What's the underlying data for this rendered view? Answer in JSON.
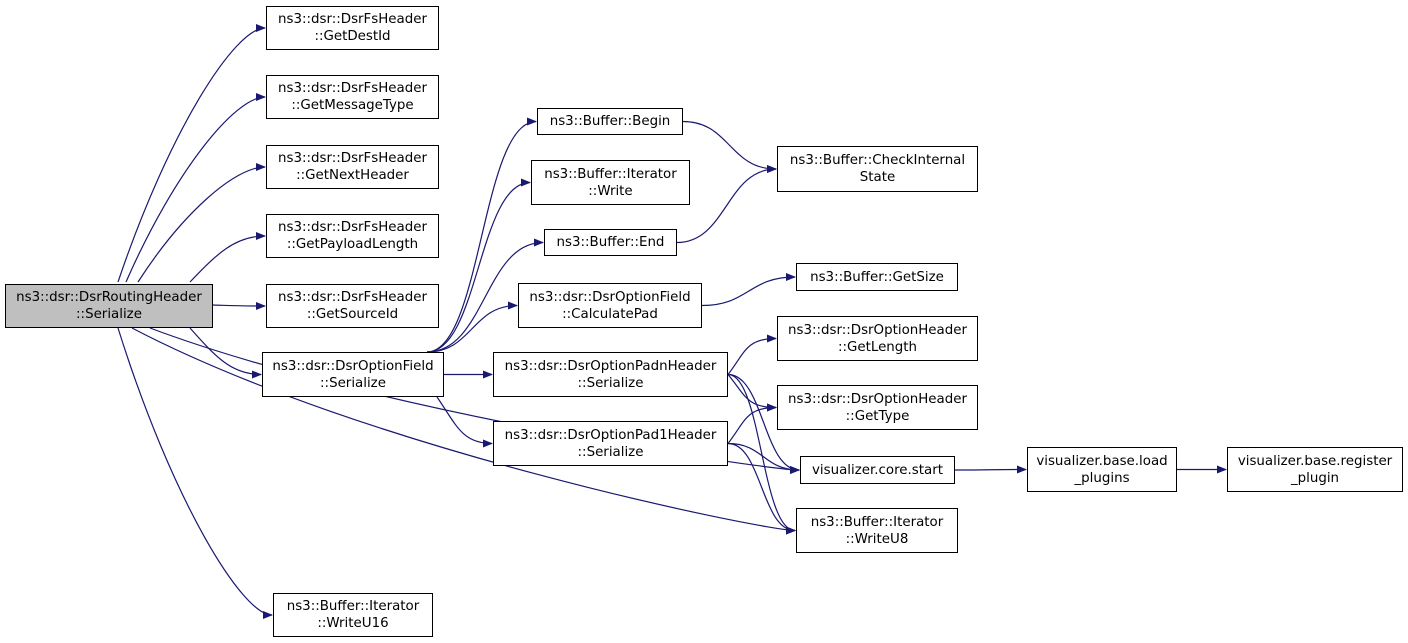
{
  "colors": {
    "edge": "#191970",
    "root_fill": "#bfbfbf",
    "node_fill": "#ffffff",
    "border": "#000000"
  },
  "nodes": {
    "root": [
      "ns3::dsr::DsrRoutingHeader",
      "::Serialize"
    ],
    "getdestid": [
      "ns3::dsr::DsrFsHeader",
      "::GetDestId"
    ],
    "getmessagetype": [
      "ns3::dsr::DsrFsHeader",
      "::GetMessageType"
    ],
    "getnextheader": [
      "ns3::dsr::DsrFsHeader",
      "::GetNextHeader"
    ],
    "getpayloadlen": [
      "ns3::dsr::DsrFsHeader",
      "::GetPayloadLength"
    ],
    "getsourceid": [
      "ns3::dsr::DsrFsHeader",
      "::GetSourceId"
    ],
    "optfield_ser": [
      "ns3::dsr::DsrOptionField",
      "::Serialize"
    ],
    "writeu16": [
      "ns3::Buffer::Iterator",
      "::WriteU16"
    ],
    "buf_begin": [
      "ns3::Buffer::Begin"
    ],
    "it_write": [
      "ns3::Buffer::Iterator",
      "::Write"
    ],
    "buf_end": [
      "ns3::Buffer::End"
    ],
    "calcpad": [
      "ns3::dsr::DsrOptionField",
      "::CalculatePad"
    ],
    "padn_ser": [
      "ns3::dsr::DsrOptionPadnHeader",
      "::Serialize"
    ],
    "pad1_ser": [
      "ns3::dsr::DsrOptionPad1Header",
      "::Serialize"
    ],
    "checkint": [
      "ns3::Buffer::CheckInternal",
      "State"
    ],
    "getsize": [
      "ns3::Buffer::GetSize"
    ],
    "getlength": [
      "ns3::dsr::DsrOptionHeader",
      "::GetLength"
    ],
    "gettype": [
      "ns3::dsr::DsrOptionHeader",
      "::GetType"
    ],
    "vcore": [
      "visualizer.core.start"
    ],
    "writeu8": [
      "ns3::Buffer::Iterator",
      "::WriteU8"
    ],
    "vload": [
      "visualizer.base.load",
      "_plugins"
    ],
    "vreg": [
      "visualizer.base.register",
      "_plugin"
    ]
  },
  "edges": [
    [
      "root",
      "getdestid"
    ],
    [
      "root",
      "getmessagetype"
    ],
    [
      "root",
      "getnextheader"
    ],
    [
      "root",
      "getpayloadlen"
    ],
    [
      "root",
      "getsourceid"
    ],
    [
      "root",
      "optfield_ser"
    ],
    [
      "root",
      "vcore"
    ],
    [
      "root",
      "writeu8"
    ],
    [
      "root",
      "writeu16"
    ],
    [
      "optfield_ser",
      "buf_begin"
    ],
    [
      "optfield_ser",
      "it_write"
    ],
    [
      "optfield_ser",
      "buf_end"
    ],
    [
      "optfield_ser",
      "calcpad"
    ],
    [
      "optfield_ser",
      "padn_ser"
    ],
    [
      "optfield_ser",
      "pad1_ser"
    ],
    [
      "buf_begin",
      "checkint"
    ],
    [
      "buf_end",
      "checkint"
    ],
    [
      "calcpad",
      "getsize"
    ],
    [
      "padn_ser",
      "getlength"
    ],
    [
      "padn_ser",
      "gettype"
    ],
    [
      "padn_ser",
      "vcore"
    ],
    [
      "padn_ser",
      "writeu8"
    ],
    [
      "pad1_ser",
      "gettype"
    ],
    [
      "pad1_ser",
      "vcore"
    ],
    [
      "pad1_ser",
      "writeu8"
    ],
    [
      "vcore",
      "vload"
    ],
    [
      "vload",
      "vreg"
    ]
  ]
}
